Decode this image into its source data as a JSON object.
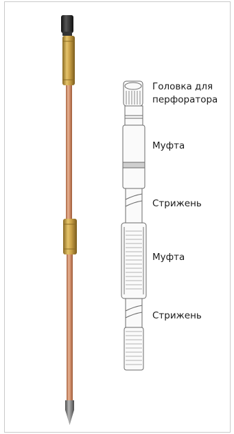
{
  "labels": {
    "head": [
      "Головка для",
      "перфоратора"
    ],
    "coupling_1": "Муфта",
    "rod_1": "Стрижень",
    "coupling_2": "Муфта",
    "rod_2": "Стрижень"
  },
  "colors": {
    "copper": "#d4926e",
    "brass": "#c9a046",
    "steel_dark": "#2b2b2b",
    "tip": "#7d7d7d",
    "border": "#c9c9c9"
  }
}
